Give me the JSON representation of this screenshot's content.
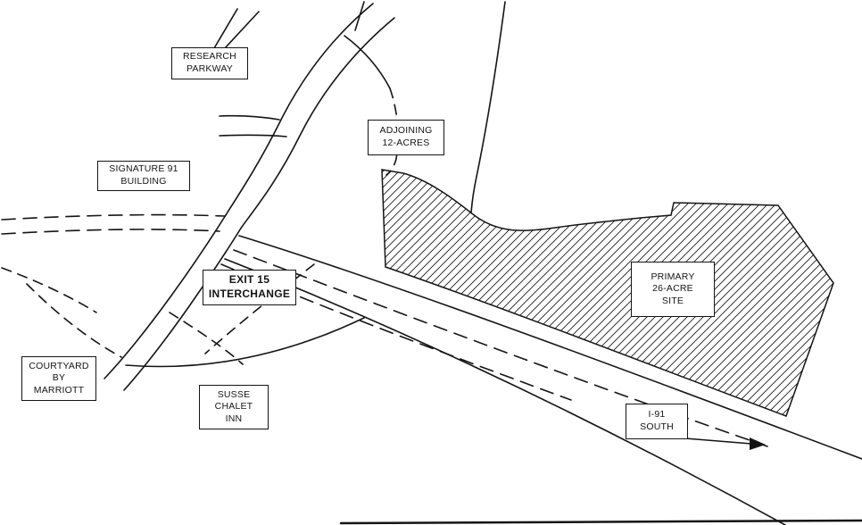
{
  "colors": {
    "ink": "#141414",
    "paper": "#ffffff"
  },
  "labels": {
    "research_parkway": "RESEARCH\nPARKWAY",
    "signature_91_building": "SIGNATURE 91\nBUILDING",
    "adjoining_12_acres": "ADJOINING\n12-ACRES",
    "exit_15_interchange": "EXIT 15\nINTERCHANGE",
    "primary_26_acre_site": "PRIMARY\n26-ACRE\nSITE",
    "courtyard_by_marriott": "COURTYARD\nBY\nMARRIOTT",
    "susse_chalet_inn": "SUSSE\nCHALET\nINN",
    "i91_south": "I-91\nSOUTH"
  },
  "features": {
    "hatched_parcel": "primary 26-acre site (hatched area)",
    "direction_arrow": "I-91 south direction arrow"
  }
}
